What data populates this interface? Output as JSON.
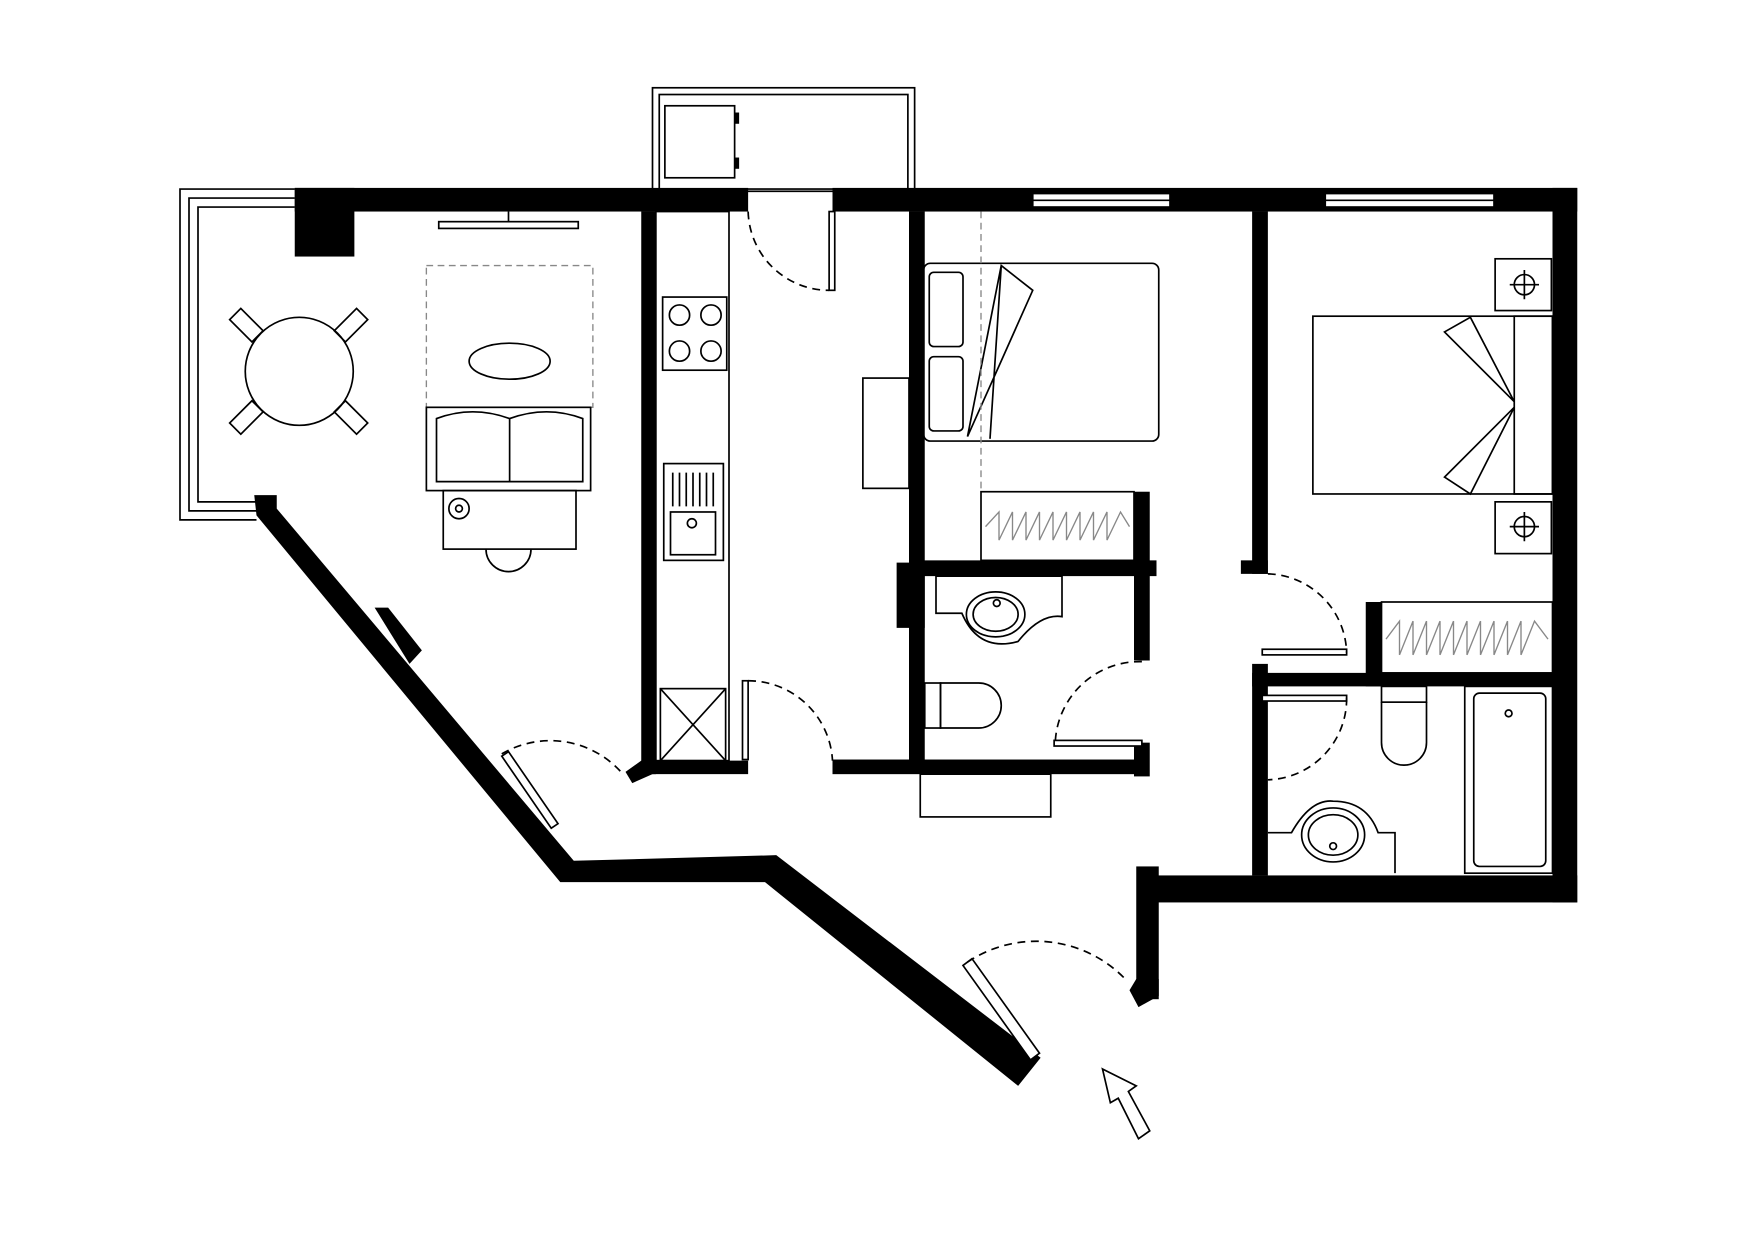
{
  "plan": {
    "wall_color": "#000000",
    "background_color": "#ffffff",
    "rooms": [
      "living-dining",
      "kitchen",
      "hallway",
      "bedroom-1",
      "bedroom-2",
      "shower-room",
      "bathroom",
      "balcony",
      "loggia"
    ],
    "entrance_arrow": "arrow-up-left-icon"
  }
}
